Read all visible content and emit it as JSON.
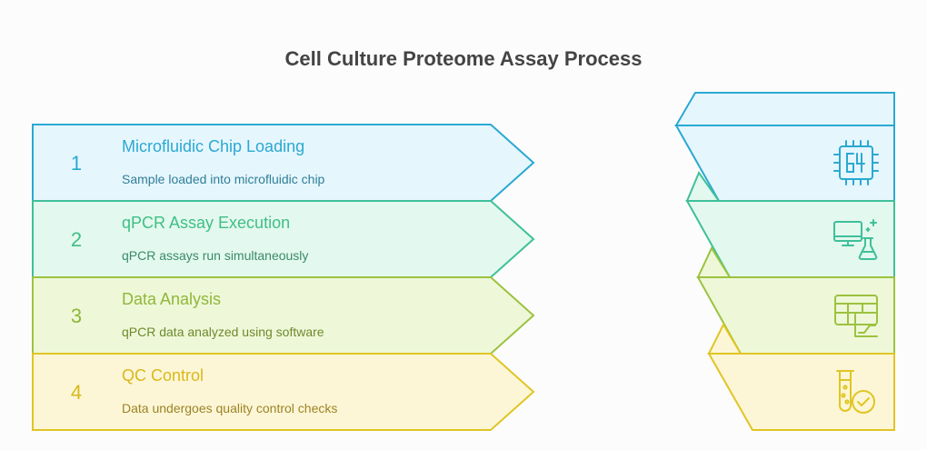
{
  "title": "Cell Culture Proteome Assay Process",
  "steps": [
    {
      "number": "1",
      "title": "Microfluidic Chip Loading",
      "description": "Sample loaded into microfluidic chip",
      "fill": "#e6f6fd",
      "stroke": "#2aa9d2",
      "text": "#2aa9d2",
      "icon": "microchip-icon"
    },
    {
      "number": "2",
      "title": "qPCR Assay Execution",
      "description": "qPCR assays run simultaneously",
      "fill": "#e3f8ee",
      "stroke": "#3fc09a",
      "text": "#3fbf85",
      "icon": "computer-flask-icon"
    },
    {
      "number": "3",
      "title": "Data Analysis",
      "description": "qPCR data analyzed using software",
      "fill": "#eef8d8",
      "stroke": "#9cc240",
      "text": "#8fb73a",
      "icon": "table-chart-icon"
    },
    {
      "number": "4",
      "title": "QC Control",
      "description": "Data undergoes quality control checks",
      "fill": "#fdf6d6",
      "stroke": "#e0c524",
      "text": "#d9b81c",
      "icon": "test-tube-check-icon"
    }
  ]
}
